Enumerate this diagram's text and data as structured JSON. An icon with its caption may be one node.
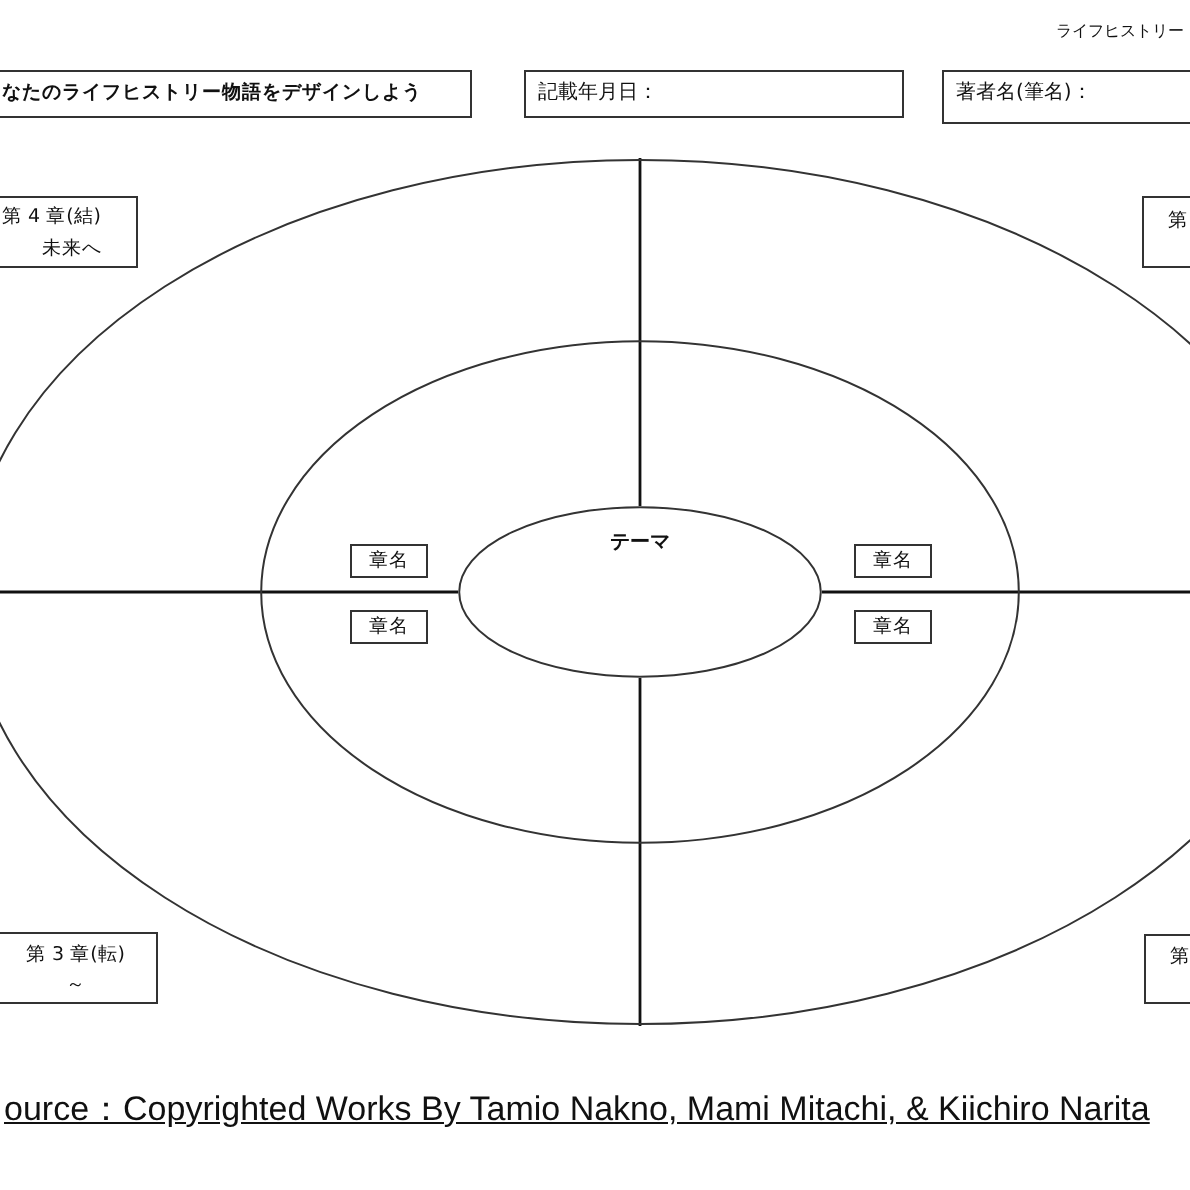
{
  "diagram": {
    "caption": "ource：Copyrighted Works By Tamio Nakno, Mami Mitachi, & Kiichiro Narita",
    "nodes": [
      {
        "text": [
          "なたのライフヒストリー物語をデザインしよう"
        ]
      },
      {
        "text": [
          "記載年月日："
        ]
      },
      {
        "text": [
          "著者名(筆名)："
        ]
      },
      {
        "text": [],
        "shape": "ellipse"
      },
      {
        "text": [
          "第 4 章(結)",
          "未来へ"
        ]
      },
      {
        "text": [
          "第"
        ]
      },
      {
        "text": [],
        "shape": "ellipse",
        "in": 3
      },
      {
        "text": [
          "テーマ"
        ],
        "in": 6
      },
      {
        "text": [
          "章名"
        ],
        "in": 6
      },
      {
        "text": [
          "章名"
        ],
        "in": 6
      },
      {
        "text": [
          "章名"
        ],
        "in": 6
      },
      {
        "text": [
          "章名"
        ],
        "in": 6
      },
      {
        "text": [
          "第 3 章(転)",
          "～"
        ]
      },
      {
        "text": [
          "第"
        ]
      }
    ],
    "labels": [
      "ライフヒストリー"
    ]
  }
}
